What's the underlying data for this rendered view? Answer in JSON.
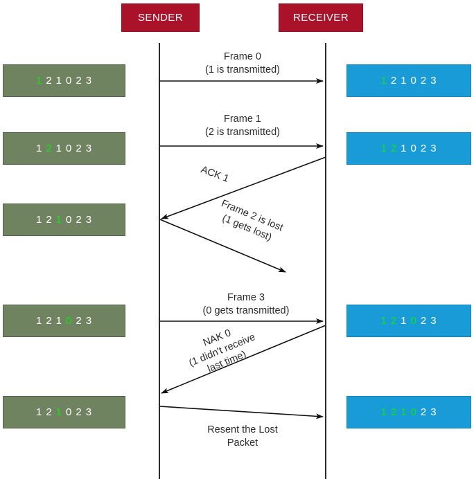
{
  "title": "Selective Repeat / Go-Back-N ARQ sequence diagram",
  "actors": {
    "sender": "SENDER",
    "receiver": "RECEIVER"
  },
  "colors": {
    "actor_box": "#a91229",
    "sender_buffer": "#6f8361",
    "receiver_buffer": "#189bd7",
    "highlight": "#12e412",
    "line": "#2b2b2b",
    "text": "#2b2b2b",
    "background": "#ffffff"
  },
  "buffers": {
    "sender": [
      {
        "id": "sender-buffer-1",
        "digits": [
          "1",
          "2",
          "1",
          "0",
          "2",
          "3"
        ],
        "highlighted": [
          0
        ]
      },
      {
        "id": "sender-buffer-2",
        "digits": [
          "1",
          "2",
          "1",
          "0",
          "2",
          "3"
        ],
        "highlighted": [
          1
        ]
      },
      {
        "id": "sender-buffer-3",
        "digits": [
          "1",
          "2",
          "1",
          "0",
          "2",
          "3"
        ],
        "highlighted": [
          2
        ]
      },
      {
        "id": "sender-buffer-4",
        "digits": [
          "1",
          "2",
          "1",
          "0",
          "2",
          "3"
        ],
        "highlighted": [
          3
        ]
      },
      {
        "id": "sender-buffer-5",
        "digits": [
          "1",
          "2",
          "1",
          "0",
          "2",
          "3"
        ],
        "highlighted": [
          2
        ]
      }
    ],
    "receiver": [
      {
        "id": "receiver-buffer-1",
        "digits": [
          "1",
          "2",
          "1",
          "0",
          "2",
          "3"
        ],
        "highlighted": [
          0
        ]
      },
      {
        "id": "receiver-buffer-2",
        "digits": [
          "1",
          "2",
          "1",
          "0",
          "2",
          "3"
        ],
        "highlighted": [
          0,
          1
        ]
      },
      {
        "id": "receiver-buffer-3",
        "digits": [
          "1",
          "2",
          "1",
          "0",
          "2",
          "3"
        ],
        "highlighted": [
          0,
          1,
          3
        ]
      },
      {
        "id": "receiver-buffer-4",
        "digits": [
          "1",
          "2",
          "1",
          "0",
          "2",
          "3"
        ],
        "highlighted": [
          0,
          1,
          2,
          3
        ]
      }
    ]
  },
  "messages": [
    {
      "id": "frame-0",
      "label": "Frame 0\n(1 is transmitted)",
      "direction": "sender-to-receiver",
      "lost": false
    },
    {
      "id": "frame-1",
      "label": "Frame 1\n(2 is transmitted)",
      "direction": "sender-to-receiver",
      "lost": false
    },
    {
      "id": "ack-1",
      "label": "ACK 1",
      "direction": "receiver-to-sender",
      "lost": false
    },
    {
      "id": "frame-2-lost",
      "label": "Frame 2 is lost\n(1 gets lost)",
      "direction": "sender-to-receiver",
      "lost": true
    },
    {
      "id": "frame-3",
      "label": "Frame 3\n(0 gets transmitted)",
      "direction": "sender-to-receiver",
      "lost": false
    },
    {
      "id": "nak-0",
      "label": "NAK 0\n(1 didn't receive\nlast time)",
      "direction": "receiver-to-sender",
      "lost": false
    },
    {
      "id": "resend",
      "label": "Resent the Lost\nPacket",
      "direction": "sender-to-receiver",
      "lost": false
    }
  ]
}
